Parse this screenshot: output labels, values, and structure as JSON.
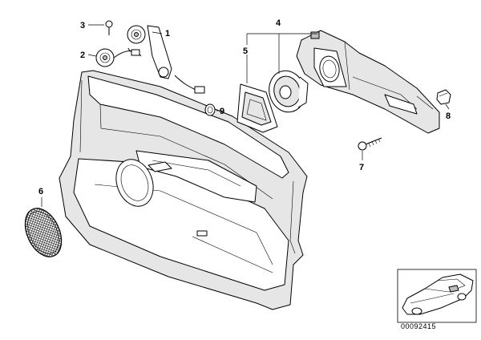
{
  "callouts": {
    "c1": "1",
    "c2": "2",
    "c3": "3",
    "c4": "4",
    "c5": "5",
    "c6": "6",
    "c7": "7",
    "c8": "8",
    "c9": "9"
  },
  "document_number": "00092415"
}
